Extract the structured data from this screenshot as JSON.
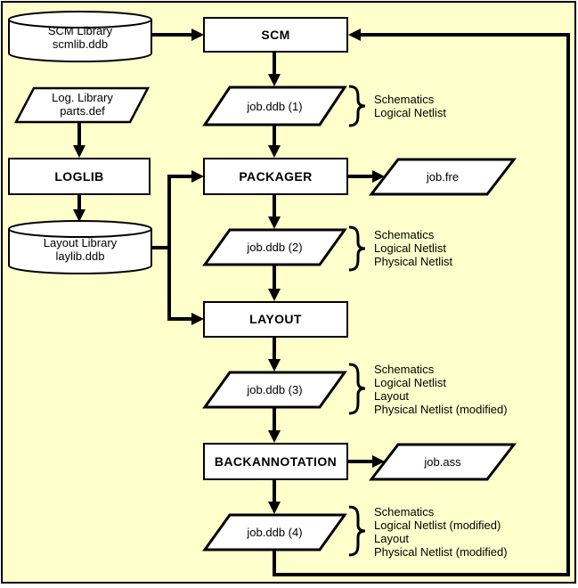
{
  "colors": {
    "background": "#FFFFCC",
    "shape_fill": "#FFFFFF",
    "line": "#000000"
  },
  "nodes": {
    "scm_library": {
      "type": "database-cylinder",
      "lines": [
        "SCM Library",
        "scmlib.ddb"
      ]
    },
    "log_library": {
      "type": "parallelogram",
      "lines": [
        "Log. Library",
        "parts.def"
      ]
    },
    "layout_library": {
      "type": "database-cylinder",
      "lines": [
        "Layout Library",
        "laylib.ddb"
      ]
    },
    "scm": {
      "type": "process-box",
      "label": "SCM"
    },
    "loglib": {
      "type": "process-box",
      "label": "LOGLIB"
    },
    "packager": {
      "type": "process-box",
      "label": "PACKAGER"
    },
    "layout": {
      "type": "process-box",
      "label": "LAYOUT"
    },
    "backannotation": {
      "type": "process-box",
      "label": "BACKANNOTATION"
    },
    "job_ddb_1": {
      "type": "parallelogram",
      "label": "job.ddb (1)"
    },
    "job_fre": {
      "type": "parallelogram",
      "label": "job.fre"
    },
    "job_ddb_2": {
      "type": "parallelogram",
      "label": "job.ddb (2)"
    },
    "job_ddb_3": {
      "type": "parallelogram",
      "label": "job.ddb (3)"
    },
    "job_ass": {
      "type": "parallelogram",
      "label": "job.ass"
    },
    "job_ddb_4": {
      "type": "parallelogram",
      "label": "job.ddb (4)"
    }
  },
  "annotations": {
    "job_ddb_1": {
      "lines": [
        "Schematics",
        "Logical Netlist"
      ]
    },
    "job_ddb_2": {
      "lines": [
        "Schematics",
        "Logical Netlist",
        "Physical Netlist"
      ]
    },
    "job_ddb_3": {
      "lines": [
        "Schematics",
        "Logical Netlist",
        "Layout",
        "Physical Netlist (modified)"
      ]
    },
    "job_ddb_4": {
      "lines": [
        "Schematics",
        "Logical Netlist (modified)",
        "Layout",
        "Physical Netlist (modified)"
      ]
    }
  }
}
